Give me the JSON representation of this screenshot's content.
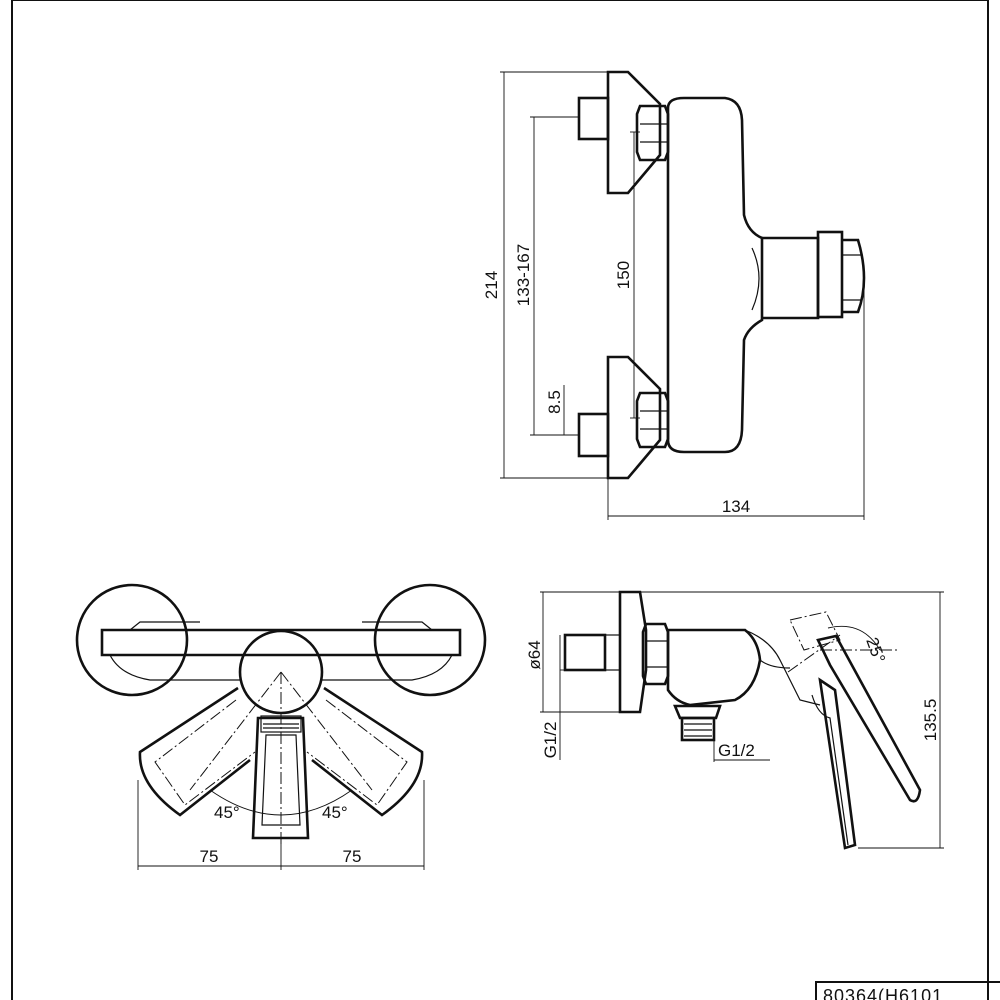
{
  "drawing": {
    "side_view": {
      "dim_total_height": "214",
      "dim_inlet_spacing": "133-167",
      "dim_body_spacing": "150",
      "dim_offset": "8.5",
      "dim_depth": "134"
    },
    "front_view": {
      "dim_left": "75",
      "dim_right": "75",
      "angle_left": "45°",
      "angle_right": "45°"
    },
    "section_view": {
      "dim_diameter": "ø64",
      "dim_thread_inlet": "G1/2",
      "dim_thread_outlet": "G1/2",
      "dim_height": "135.5",
      "angle_lever": "25°"
    },
    "title_block": {
      "code": "80364(H6101"
    }
  }
}
